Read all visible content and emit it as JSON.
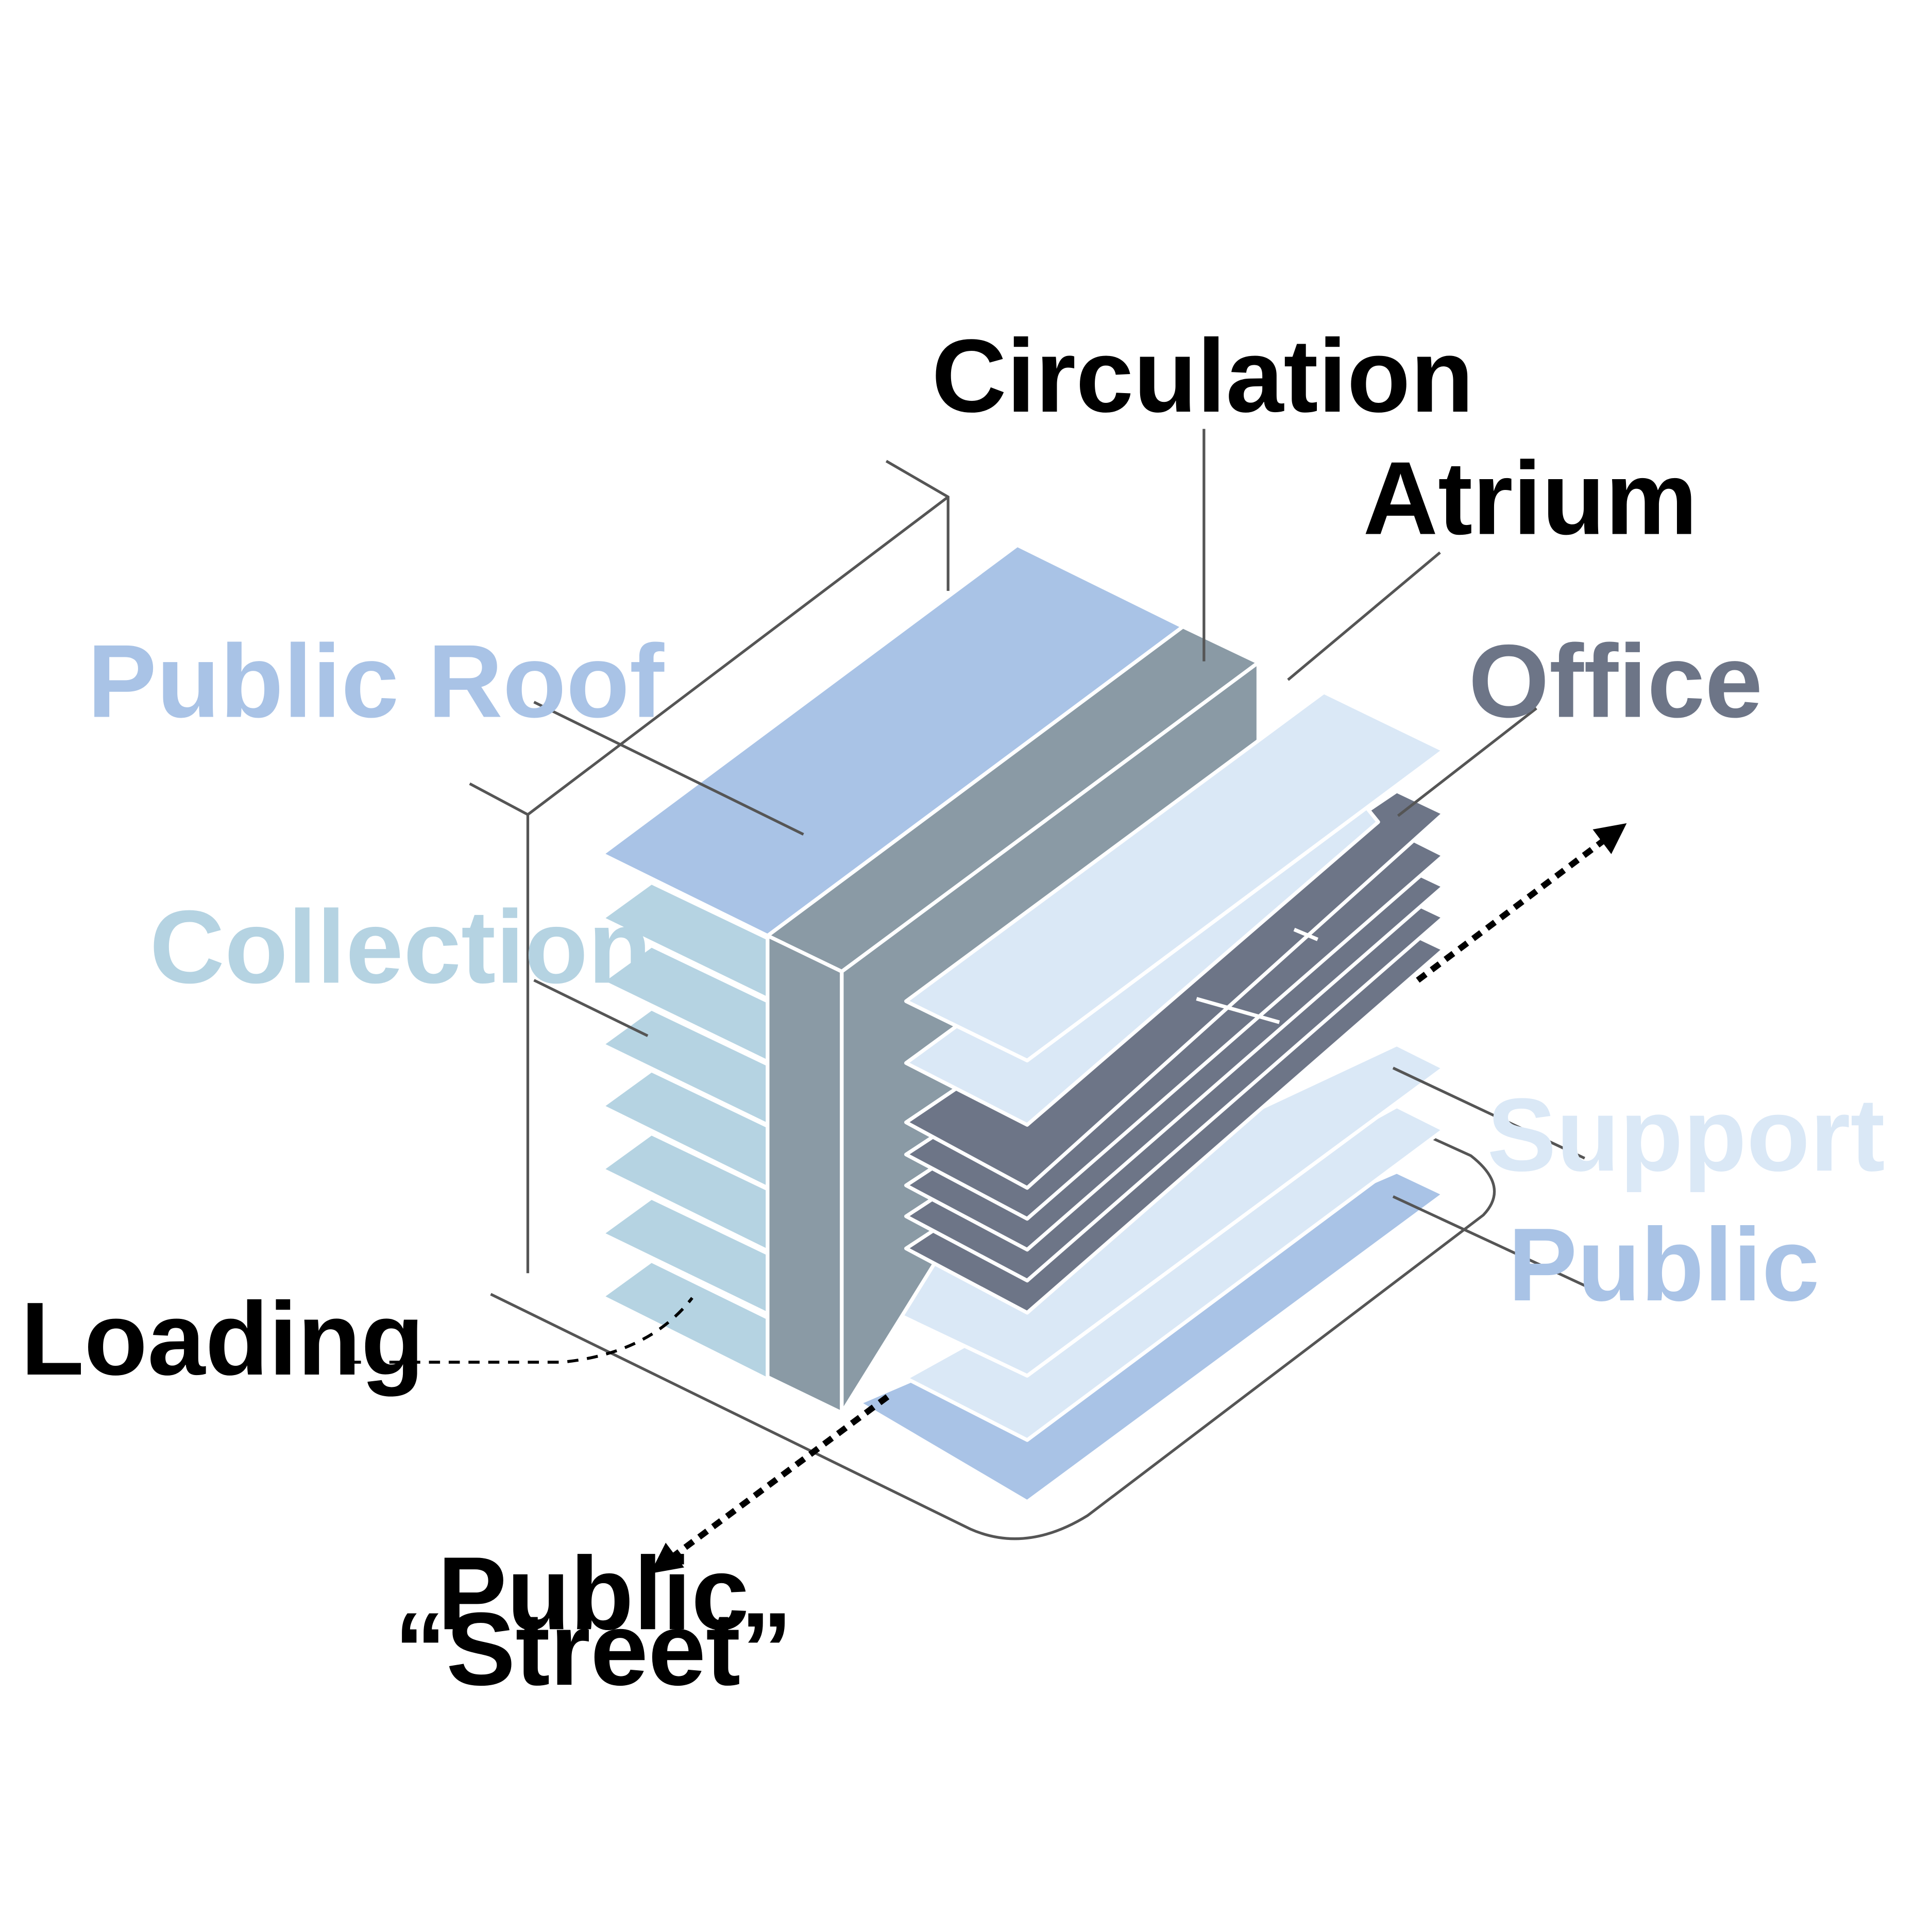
{
  "colors": {
    "public_roof": "#a9c3e6",
    "collection": "#b5d3e2",
    "circulation": "#8a9aa5",
    "atrium": "#dae8f6",
    "office": "#6d7587",
    "support": "#dae8f6",
    "public": "#a9c3e6",
    "ink": "#000000"
  },
  "labels": {
    "circulation": "Circulation",
    "atrium": "Atrium",
    "office": "Office",
    "public_roof": "Public Roof",
    "collection": "Collection",
    "support": "Support",
    "public": "Public",
    "loading": "Loading",
    "street_line1": "Public",
    "street_line2": "“Street”"
  },
  "icons": {
    "arrow_in": "arrow-up-right-icon",
    "arrow_out": "arrow-down-left-icon"
  }
}
